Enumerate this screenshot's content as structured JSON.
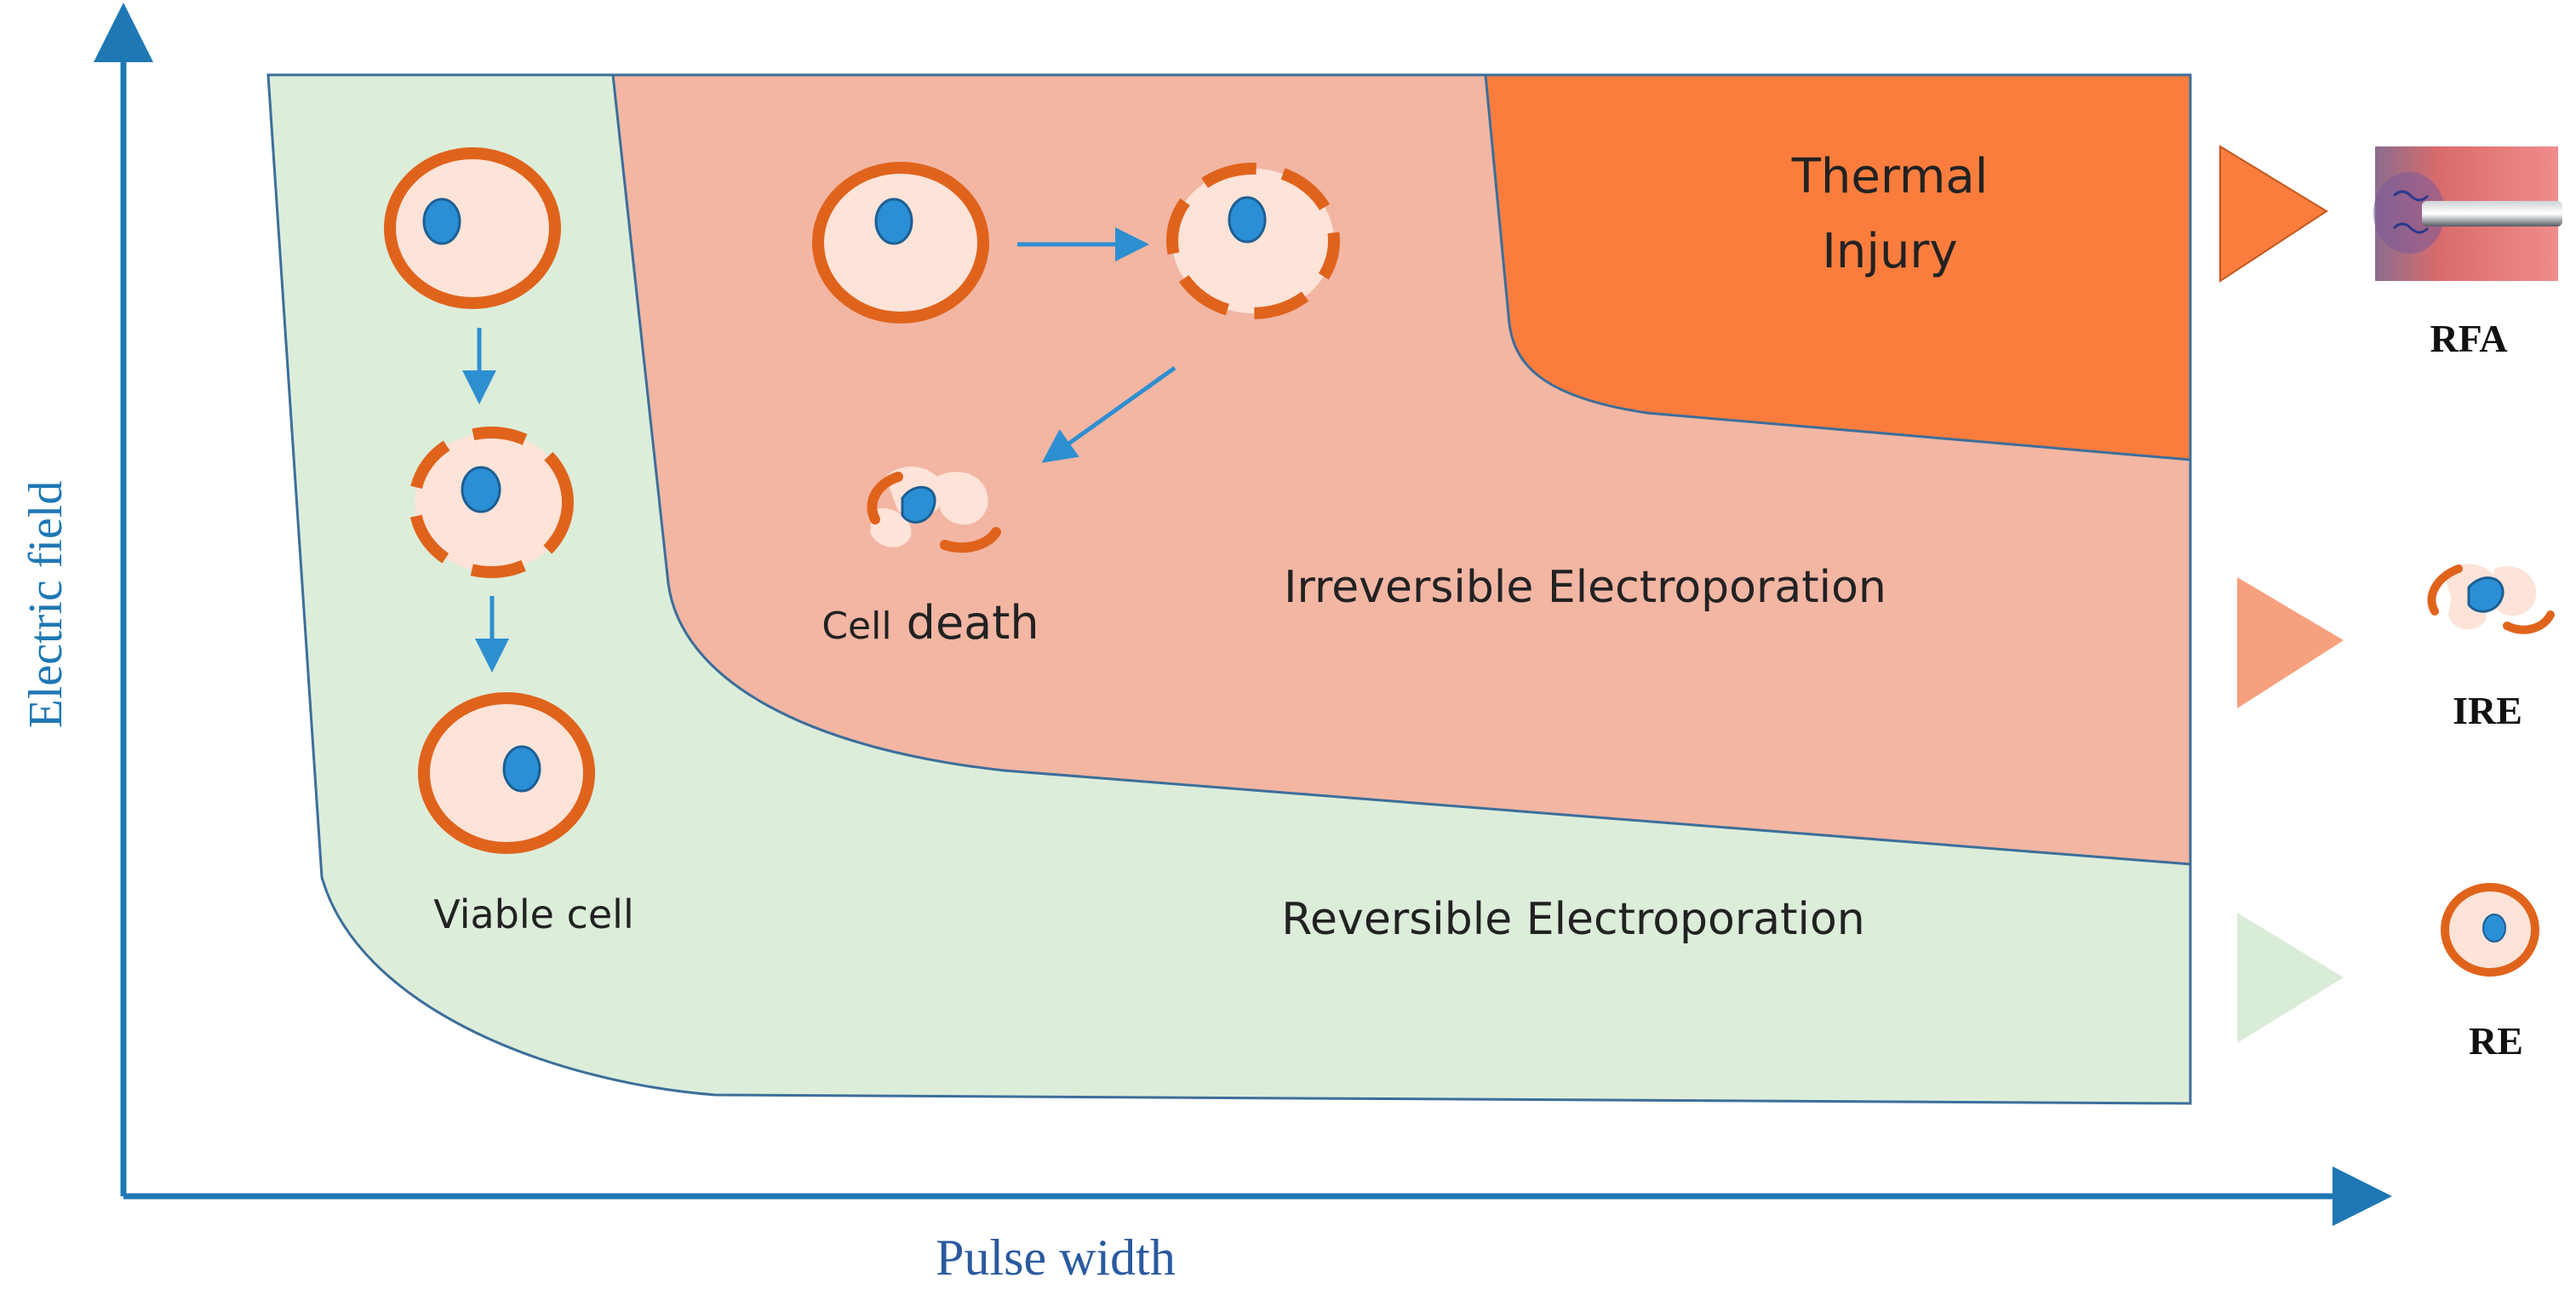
{
  "axes": {
    "y_label": "Electric field",
    "x_label": "Pulse width"
  },
  "regions": {
    "thermal": {
      "line1": "Thermal",
      "line2": "Injury"
    },
    "irreversible": "Irreversible Electroporation",
    "reversible": "Reversible Electroporation"
  },
  "cell_labels": {
    "viable": "Viable cell",
    "death_small": "Cell",
    "death_large": "death"
  },
  "legend": {
    "rfa": "RFA",
    "ire": "IRE",
    "re": "RE"
  },
  "colors": {
    "axis": "#1f78b4",
    "reversible": "#dcedda",
    "irreversible": "#f2b6a3",
    "thermal": "#fb7d3e",
    "membrane": "#e0631c",
    "cytoplasm": "#fde3d8",
    "nucleus": "#2b8fd6",
    "region_border": "#3c6e9a"
  }
}
